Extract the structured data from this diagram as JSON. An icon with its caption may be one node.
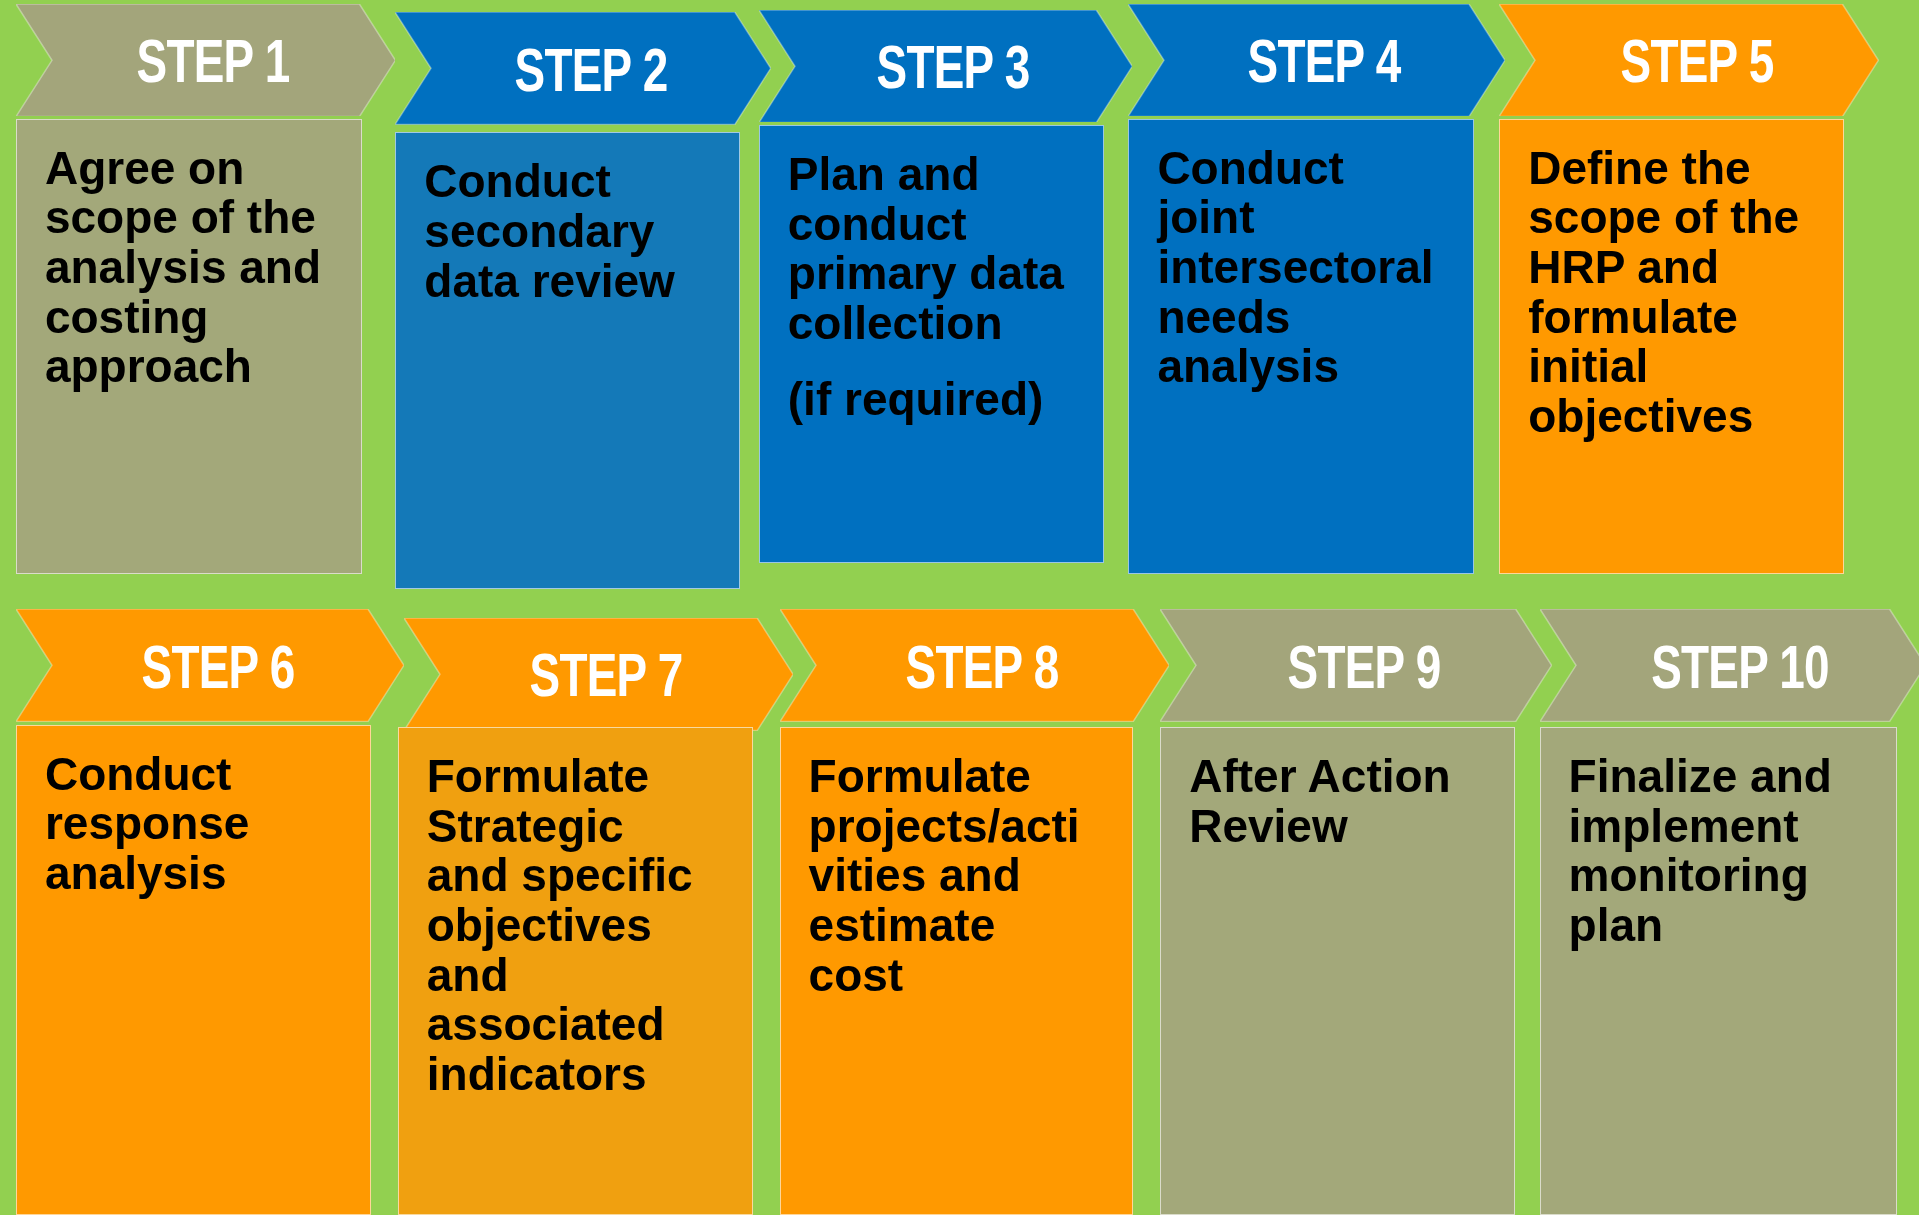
{
  "diagram": {
    "nodes": [
      {
        "text": [
          "STEP 1"
        ]
      },
      {
        "text": [
          "Agree on scope of the analysis and costing approach"
        ]
      },
      {
        "text": [
          "STEP 2"
        ]
      },
      {
        "text": [
          "Conduct secondary data review"
        ]
      },
      {
        "text": [
          "STEP 3"
        ]
      },
      {
        "text": [
          "Plan and conduct primary data collection",
          "(if required)"
        ]
      },
      {
        "text": [
          "STEP 4"
        ]
      },
      {
        "text": [
          "Conduct joint intersectoral needs analysis"
        ]
      },
      {
        "text": [
          "STEP 5"
        ]
      },
      {
        "text": [
          "Define the scope of the HRP and formulate initial objectives"
        ]
      },
      {
        "text": [
          "STEP 6"
        ]
      },
      {
        "text": [
          "Conduct response analysis"
        ]
      },
      {
        "text": [
          "STEP 7"
        ]
      },
      {
        "text": [
          "Formulate Strategic and specific objectives and associated indicators"
        ]
      },
      {
        "text": [
          "STEP 8"
        ]
      },
      {
        "text": [
          "Formulate projects/activities and estimate cost"
        ]
      },
      {
        "text": [
          "STEP 9"
        ]
      },
      {
        "text": [
          "After Action Review"
        ]
      },
      {
        "text": [
          "STEP 10"
        ]
      },
      {
        "text": [
          "Finalize and implement monitoring plan"
        ]
      }
    ]
  }
}
